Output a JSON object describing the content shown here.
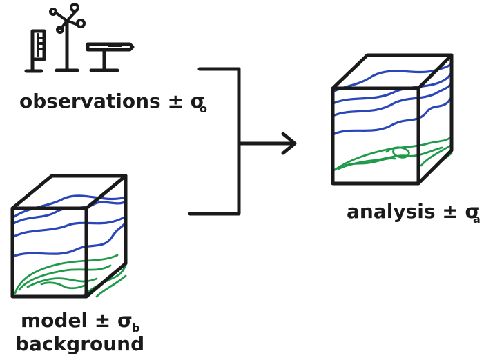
{
  "colors": {
    "ink": "#1a1a1a",
    "layer_blue": "#2a46b8",
    "terrain_green": "#1f9a4a"
  },
  "icons": [
    "thermometer-icon",
    "anemometer-icon",
    "rain-gauge-icon"
  ],
  "labels": {
    "observations": "observations ± σ",
    "observations_sub": "o",
    "model": "model ± σ",
    "model_sub": "b",
    "background": "background",
    "analysis": "analysis ± σ",
    "analysis_sub": "a"
  }
}
